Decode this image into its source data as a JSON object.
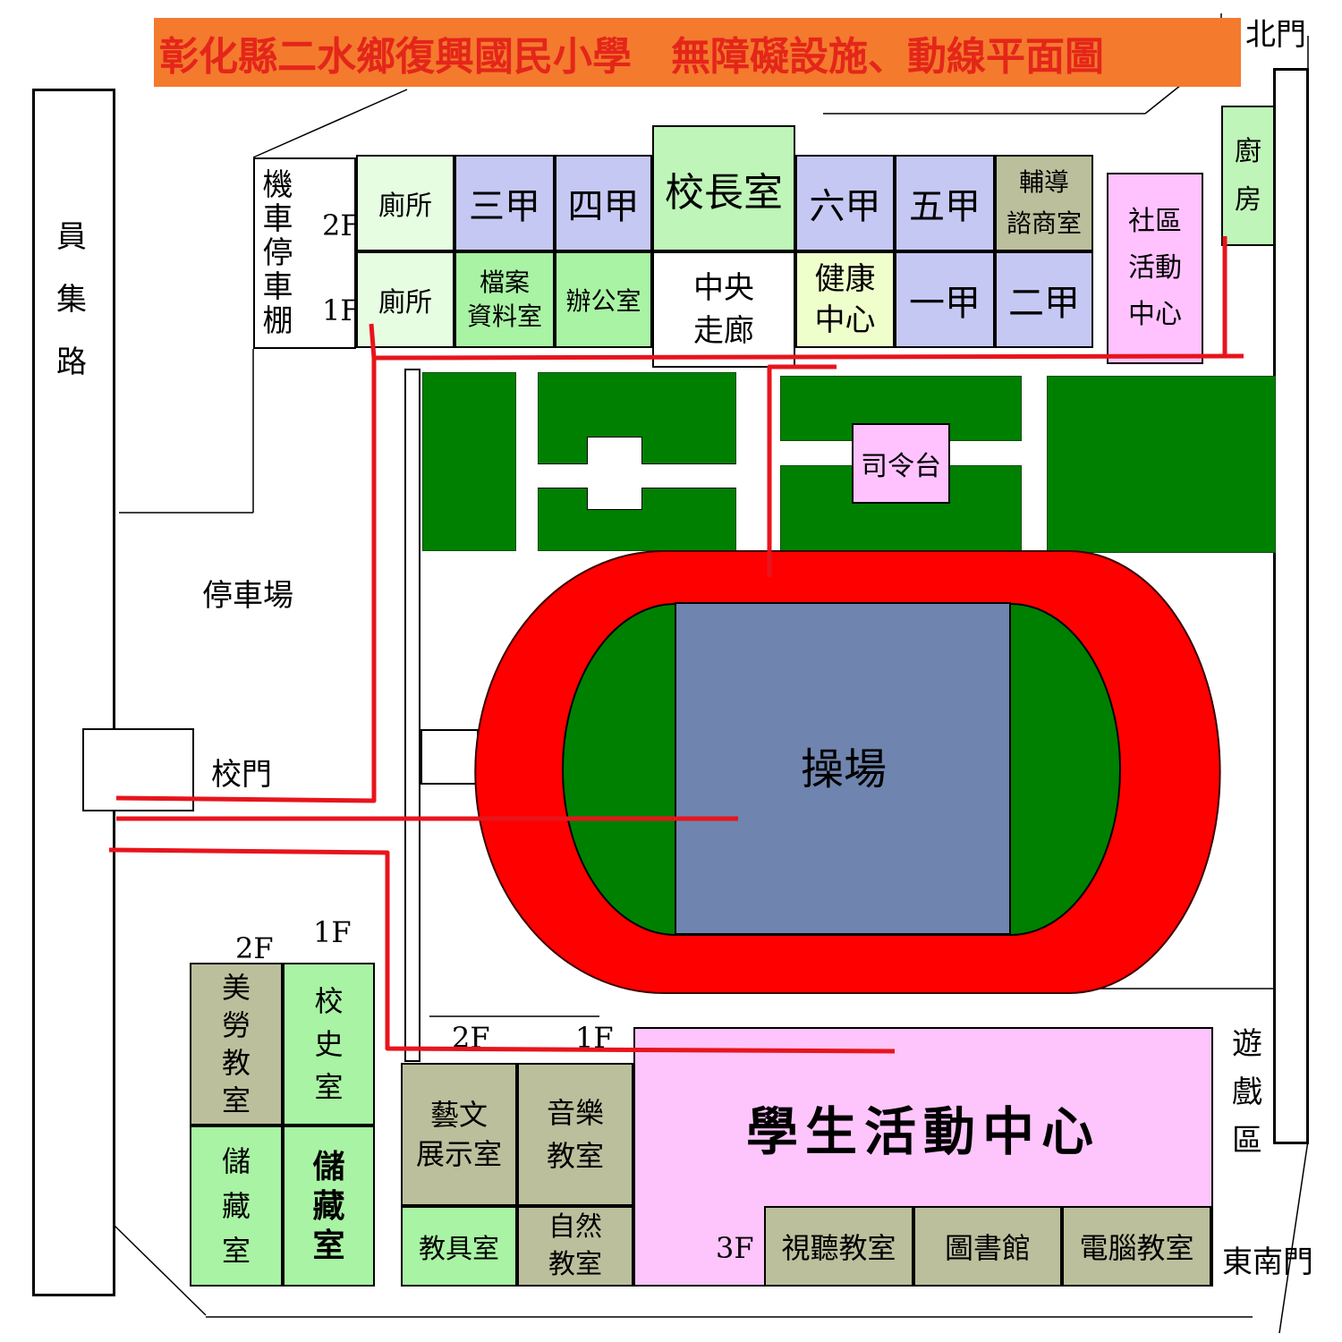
{
  "title": "彰化縣二水鄉復興國民小學　無障礙設施、動線平面圖",
  "colors": {
    "title_bg": "#f47a2e",
    "title_text": "#e4261a",
    "route": "#e8141c",
    "track": "#ff0000",
    "field": "#6f84ae",
    "grass": "#008000",
    "light_green": "#c9f5c0",
    "green_room": "#a9f3a4",
    "lavender": "#c6c8f4",
    "olive_gray": "#bcbf9c",
    "pink": "#ffc2ff",
    "pale_yellow": "#efffcc",
    "student_center": "#fdc5fb"
  },
  "streets": {
    "yuanji_road": "員\n集\n路"
  },
  "gates": {
    "north": "北門",
    "school": "校門",
    "southeast": "東南門"
  },
  "areas": {
    "parking": "停車場",
    "playground": "遊\n戲\n區",
    "field": "操場",
    "podium": "司令台"
  },
  "floor_labels": {
    "moto_2f": "2F",
    "moto_1f": "1F",
    "sw_2f": "2F",
    "sw_1f": "1F",
    "sc_2f": "2F",
    "sc_1f": "1F",
    "sc_3f": "3F"
  },
  "rooms": {
    "moto_shed": "機\n車\n停\n車\n棚",
    "toilet_2f": "廁所",
    "class_3a": "三甲",
    "class_4a": "四甲",
    "principal": "校長室",
    "class_6a": "六甲",
    "class_5a": "五甲",
    "counseling": "輔導\n諮商室",
    "toilet_1f": "廁所",
    "archives": "檔案\n資料室",
    "office": "辦公室",
    "central_corridor": "中央\n走廊",
    "health_center": "健康\n中心",
    "class_1a": "一甲",
    "class_2a": "二甲",
    "community_center": "社區\n活動\n中心",
    "kitchen": "廚\n房",
    "art_labor": "美\n勞\n教\n室",
    "school_history": "校\n史\n室",
    "storage_left": "儲\n藏\n室",
    "storage_right": "儲\n藏\n室",
    "art_gallery": "藝文\n展示室",
    "music": "音樂\n教室",
    "teaching_aids": "教具室",
    "science": "自然\n教室",
    "student_activity_center": "學生活動中心",
    "av_room": "視聽教室",
    "library": "圖書館",
    "computer_room": "電腦教室"
  }
}
